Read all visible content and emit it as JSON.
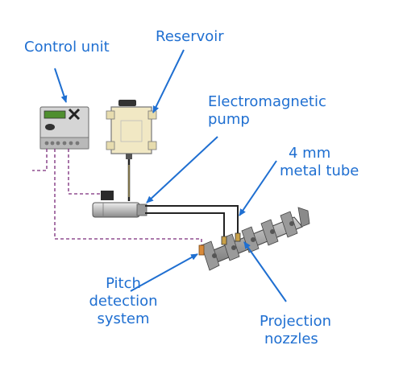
{
  "labels": {
    "control_unit": "Control unit",
    "reservoir": "Reservoir",
    "pump": [
      "Electromagnetic",
      "pump"
    ],
    "tube": [
      "4 mm",
      "metal tube"
    ],
    "pitch": [
      "Pitch",
      "detection",
      "system"
    ],
    "nozzles": [
      "Projection",
      "nozzles"
    ]
  },
  "colors": {
    "label_text": "#1f6fd1",
    "arrow": "#1f6fd1",
    "signal_wire": "#7a2a7a",
    "tube": "#222222",
    "reservoir_body": "#f1e8c4",
    "sensor": "#d98a3a"
  }
}
